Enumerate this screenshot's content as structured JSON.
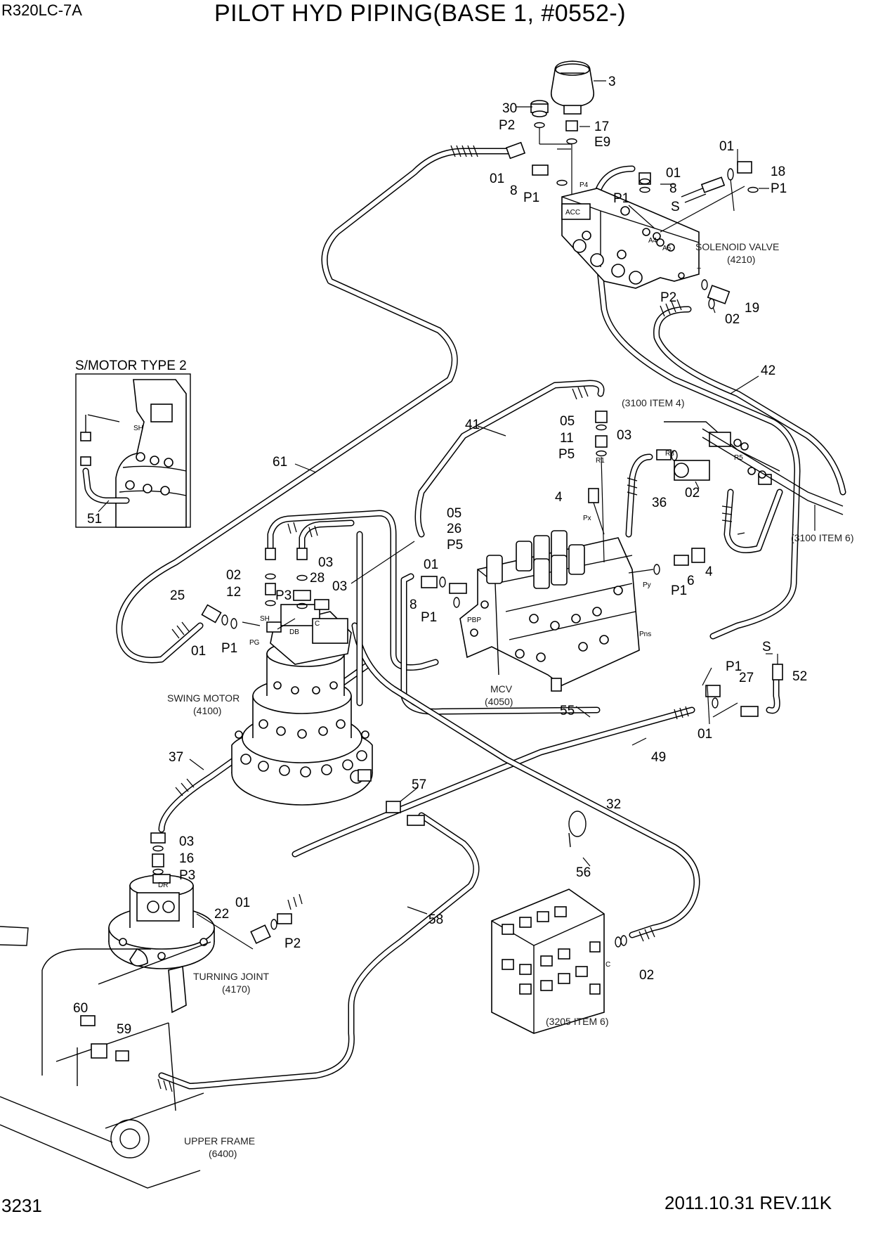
{
  "header": {
    "model": "R320LC-7A",
    "title": "PILOT HYD PIPING(BASE 1, #0552-)"
  },
  "footer": {
    "page_number": "3231",
    "revision": "2011.10.31  REV.11K"
  },
  "components": {
    "solenoid_valve": "SOLENOID VALVE",
    "solenoid_valve_ref": "(4210)",
    "swing_motor": "SWING MOTOR",
    "swing_motor_ref": "(4100)",
    "mcv": "MCV",
    "mcv_ref": "(4050)",
    "turning_joint": "TURNING JOINT",
    "turning_joint_ref": "(4170)",
    "upper_frame": "UPPER FRAME",
    "upper_frame_ref": "(6400)",
    "inset_title": "S/MOTOR TYPE 2",
    "ref_3100_item4": "(3100 ITEM 4)",
    "ref_3100_item6": "(3100 ITEM 6)",
    "ref_3205_item6": "(3205 ITEM 6)"
  },
  "ports": {
    "p4": "P4",
    "acc": "ACC",
    "a4": "A4",
    "a5": "A5",
    "t": "T",
    "sh": "SH",
    "pg": "PG",
    "db": "DB",
    "c": "C",
    "dr": "DR",
    "r1": "R1",
    "px": "Px",
    "py": "Py",
    "pbp": "PBP",
    "pns": "Pns",
    "r8": "R8",
    "r5": "R5"
  },
  "callouts": [
    "3",
    "30",
    "P2",
    "17",
    "E9",
    "01",
    "8",
    "P1",
    "01",
    "8",
    "P1",
    "S",
    "01",
    "18",
    "P1",
    "P2",
    "19",
    "02",
    "42",
    "41",
    "05",
    "11",
    "P5",
    "03",
    "R8",
    "02",
    "36",
    "4",
    "61",
    "05",
    "26",
    "P5",
    "02",
    "12",
    "03",
    "28",
    "P3",
    "03",
    "25",
    "01",
    "P1",
    "01",
    "8",
    "P1",
    "4",
    "6",
    "P1",
    "S",
    "P1",
    "27",
    "52",
    "01",
    "55",
    "49",
    "37",
    "57",
    "32",
    "56",
    "03",
    "16",
    "P3",
    "01",
    "22",
    "P2",
    "58",
    "02",
    "60",
    "59",
    "51"
  ]
}
